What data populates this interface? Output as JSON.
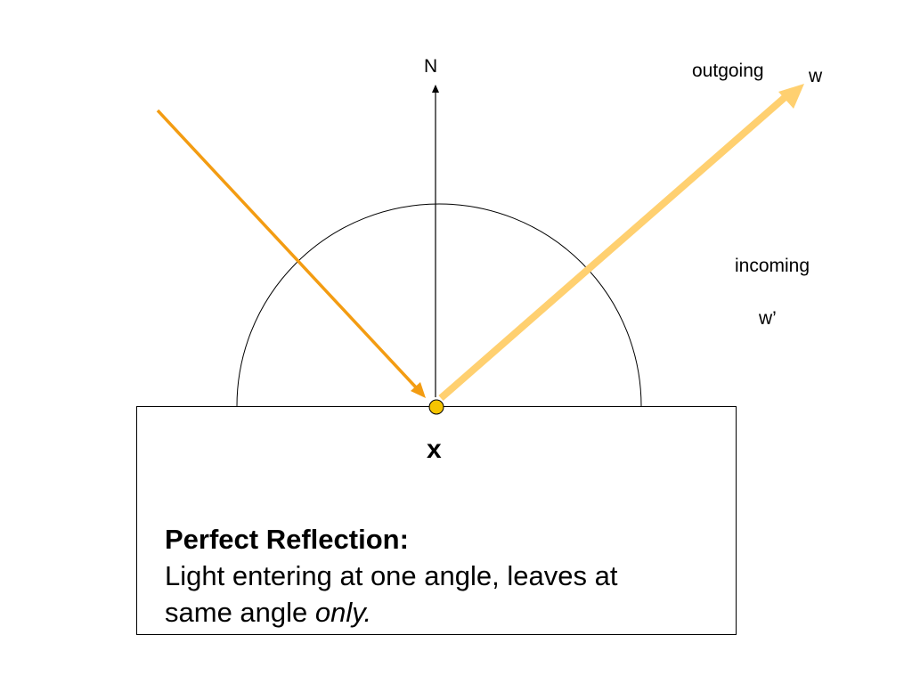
{
  "labels": {
    "normal": "N",
    "outgoing": "outgoing",
    "outgoing_symbol": "w",
    "incoming": "incoming",
    "incoming_symbol": "w’",
    "point": "x"
  },
  "caption": {
    "title": "Perfect Reflection:",
    "line1": "Light entering at one angle, leaves at",
    "line2_prefix": "same angle ",
    "line2_emphasis": "only."
  },
  "colors": {
    "incoming_ray": "#f39c12",
    "outgoing_ray": "#ffd070",
    "point_fill": "#f5c400",
    "line": "#000000"
  }
}
